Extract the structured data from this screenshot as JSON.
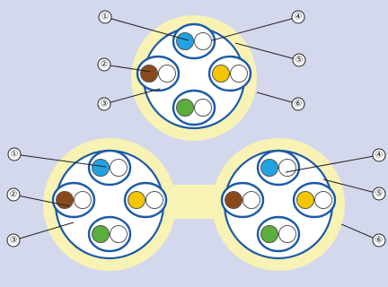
{
  "colors": {
    "background": "#d4d8ec",
    "jacket": "#f8f3b4",
    "jacket_outline": "#c8a832",
    "core_fill": "#ffffff",
    "pair_ring": "#1c5aa6",
    "blue": "#21a3e3",
    "brown": "#8b4a1e",
    "orange": "#f3c600",
    "green": "#5aae3b",
    "white": "#ffffff"
  },
  "pairs": [
    {
      "name": "blue-pair",
      "color_key": "blue"
    },
    {
      "name": "brown-pair",
      "color_key": "brown"
    },
    {
      "name": "orange-pair",
      "color_key": "orange"
    },
    {
      "name": "green-pair",
      "color_key": "green"
    }
  ],
  "callouts": {
    "c1": "①",
    "c2": "②",
    "c3": "③",
    "c4": "④",
    "c5": "⑤",
    "c6": "⑥"
  },
  "cables": [
    {
      "name": "cable-single-top"
    },
    {
      "name": "cable-double-bottom-left"
    },
    {
      "name": "cable-double-bottom-right"
    }
  ]
}
